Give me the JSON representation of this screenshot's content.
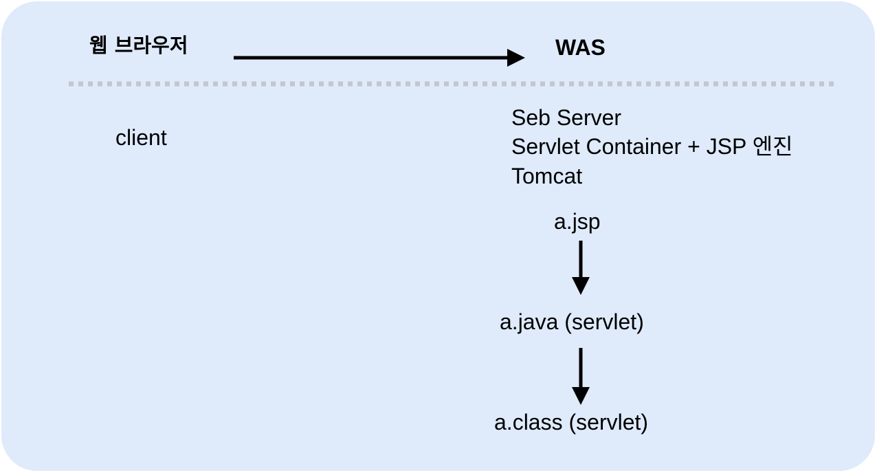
{
  "left_heading": "웹 브라우저",
  "right_heading": "WAS",
  "client_label": "client",
  "server_lines": [
    "Seb Server",
    "Servlet Container + JSP 엔진",
    "Tomcat"
  ],
  "flow": [
    "a.jsp",
    "a.java (servlet)",
    "a.class (servlet)"
  ]
}
